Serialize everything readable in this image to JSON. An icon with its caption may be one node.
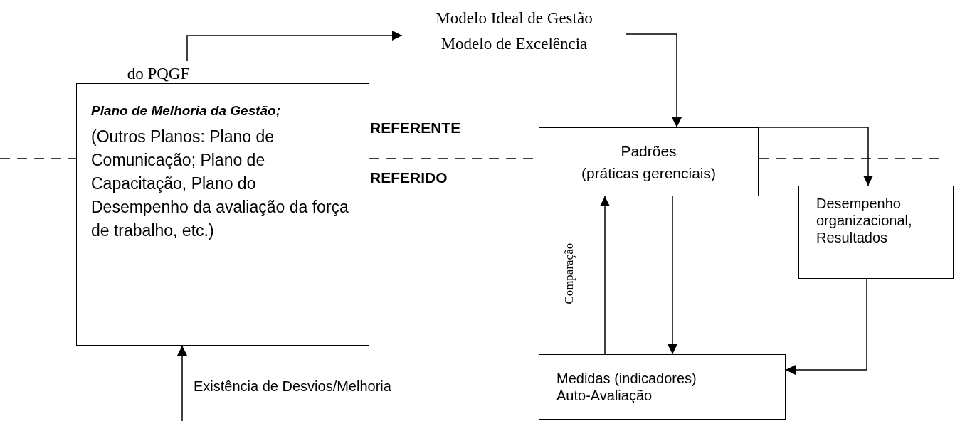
{
  "diagram": {
    "nodes": [
      {
        "text": [
          "Modelo Ideal de Gestão",
          "Modelo de Excelência"
        ]
      },
      {
        "text": [
          "do PQGF"
        ]
      },
      {
        "text": [
          "Plano de Melhoria da Gestão;",
          "(Outros Planos: Plano de Comunicação; Plano de Capacitação, Plano do Desempenho da avaliação da força de trabalho, etc.)"
        ]
      },
      {
        "text": [
          "Padrões",
          "(práticas gerenciais)"
        ]
      },
      {
        "text": [
          "Desempenho organizacional, Resultados"
        ]
      },
      {
        "text": [
          "Medidas (indicadores)",
          "Auto-Avaliação"
        ]
      }
    ],
    "edges": [
      {
        "from": 1,
        "to": 0,
        "arrow": "to"
      },
      {
        "from": 0,
        "to": 3,
        "arrow": "to"
      },
      {
        "from": 3,
        "to": 4,
        "arrow": "to"
      },
      {
        "from": 3,
        "to": 5,
        "arrow": "to"
      },
      {
        "from": 5,
        "to": 3,
        "arrow": "to",
        "label": "Comparação"
      },
      {
        "from": 4,
        "to": 5,
        "arrow": "to"
      },
      {
        "from": null,
        "to": 2,
        "arrow": "to",
        "label": "Existência de Desvios/Melhoria"
      }
    ],
    "labels": [
      "REFERENTE",
      "REFERIDO"
    ]
  }
}
